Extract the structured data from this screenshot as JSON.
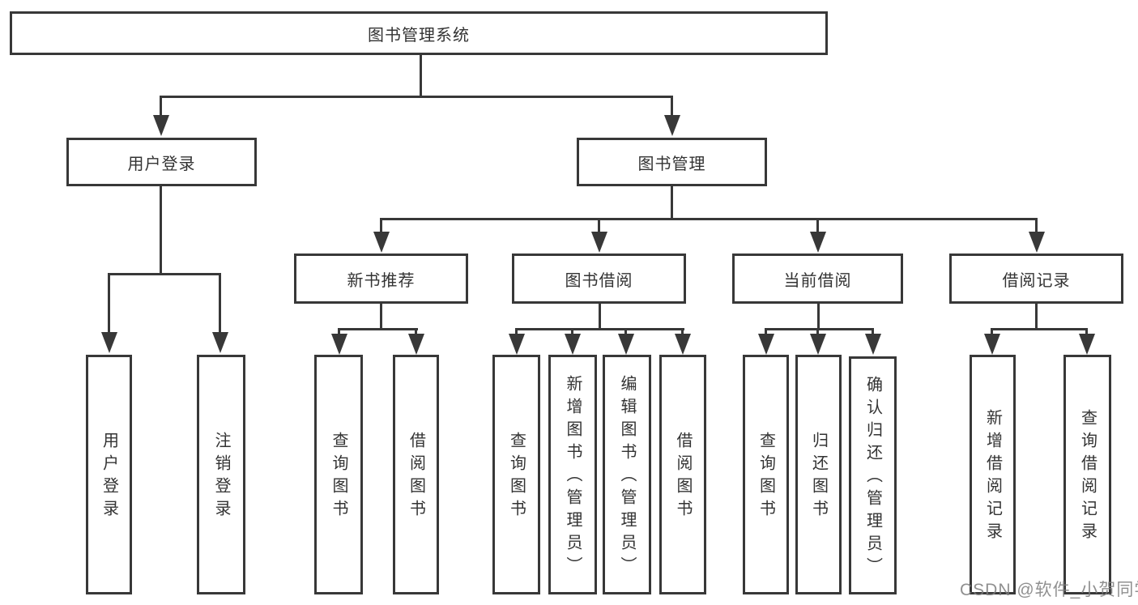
{
  "diagram": {
    "root": "图书管理系统",
    "user": {
      "label": "用户登录",
      "children": [
        "用户登录",
        "注销登录"
      ]
    },
    "book": {
      "label": "图书管理",
      "groups": [
        {
          "label": "新书推荐",
          "children": [
            "查询图书",
            "借阅图书"
          ]
        },
        {
          "label": "图书借阅",
          "children": [
            "查询图书",
            "新增图书（管理员）",
            "编辑图书（管理员）",
            "借阅图书"
          ]
        },
        {
          "label": "当前借阅",
          "children": [
            "查询图书",
            "归还图书",
            "确认归还（管理员）"
          ]
        },
        {
          "label": "借阅记录",
          "children": [
            "新增借阅记录",
            "查询借阅记录"
          ]
        }
      ]
    }
  },
  "watermark": "CSDN @软件_小贺同学",
  "colors": {
    "line": "#383838",
    "text": "#333333",
    "watermark": "#7d7d7d",
    "background": "#ffffff"
  }
}
